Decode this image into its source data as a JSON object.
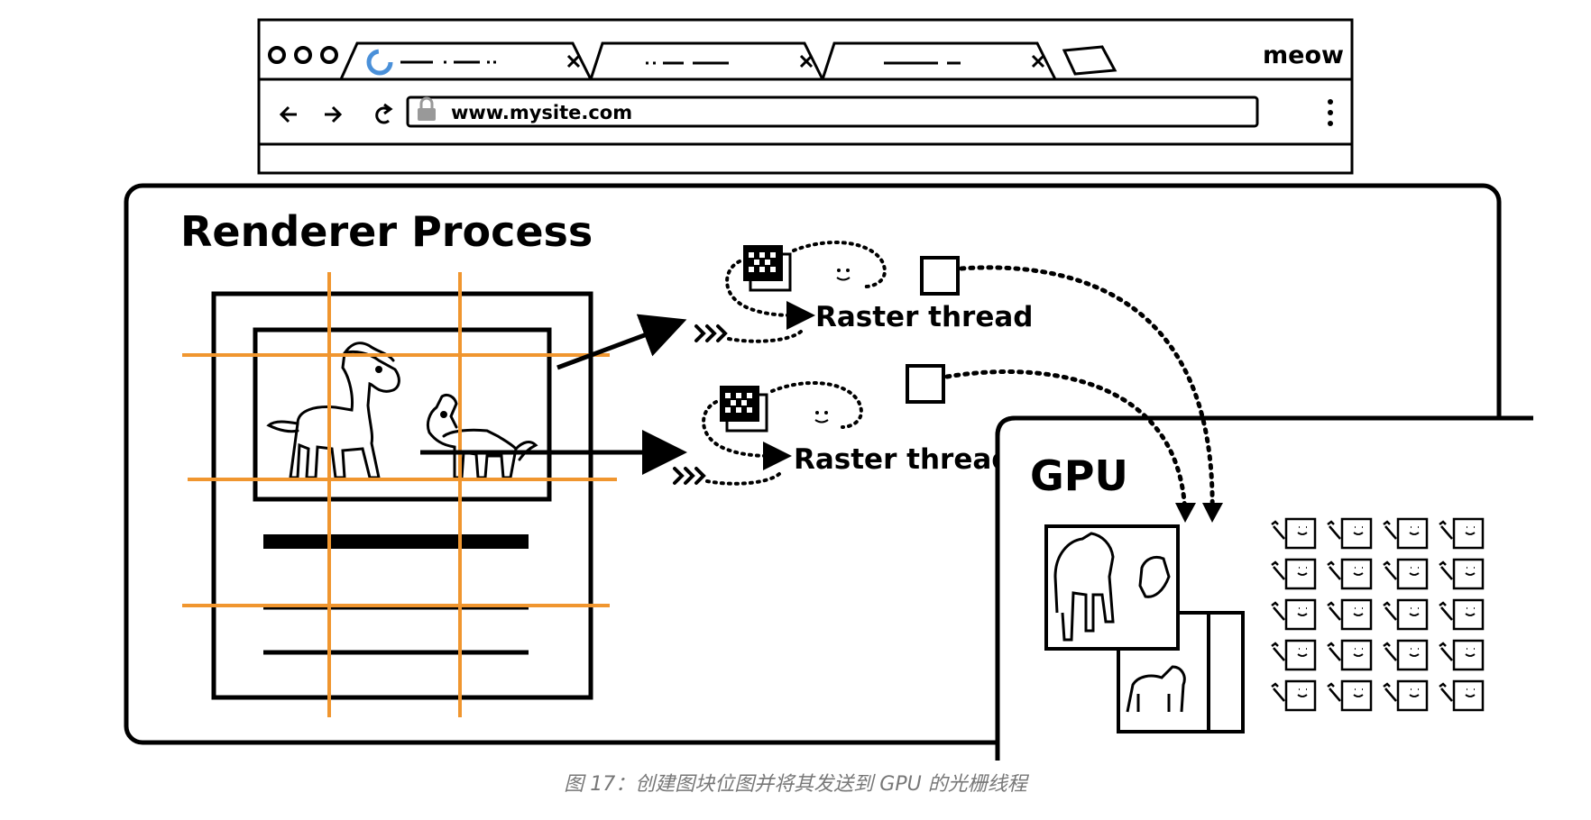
{
  "browser": {
    "url": "www.mysite.com",
    "brand": "meow"
  },
  "renderer": {
    "title": "Renderer Process",
    "raster_threads": [
      {
        "label": "Raster thread"
      },
      {
        "label": "Raster thread"
      }
    ]
  },
  "gpu": {
    "title": "GPU"
  },
  "caption": "图 17：创建图块位图并将其发送到 GPU 的光栅线程",
  "colors": {
    "tile_grid": "#f0962f",
    "line": "#000000",
    "loading_spinner": "#4a90d9",
    "caption_text": "#777777"
  },
  "icons": [
    "back-arrow-icon",
    "forward-arrow-icon",
    "reload-icon",
    "lock-icon",
    "kebab-menu-icon",
    "spinner-icon",
    "close-icon",
    "new-tab-icon"
  ]
}
